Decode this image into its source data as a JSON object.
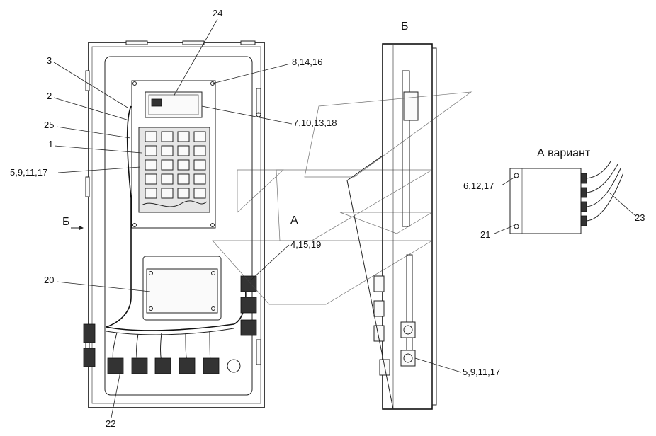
{
  "views": {
    "side_view_label": "Б",
    "section_arrow_label": "Б",
    "detail_label": "А",
    "variant_title": "А вариант"
  },
  "callouts": {
    "c24": "24",
    "c3": "3",
    "c2": "2",
    "c25": "25",
    "c1": "1",
    "c5_left": "5,9,11,17",
    "c8": "8,14,16",
    "c7": "7,10,13,18",
    "c4": "4,15,19",
    "c20": "20",
    "c22": "22",
    "c5_right": "5,9,11,17",
    "c6": "6,12,17",
    "c21": "21",
    "c23": "23"
  }
}
